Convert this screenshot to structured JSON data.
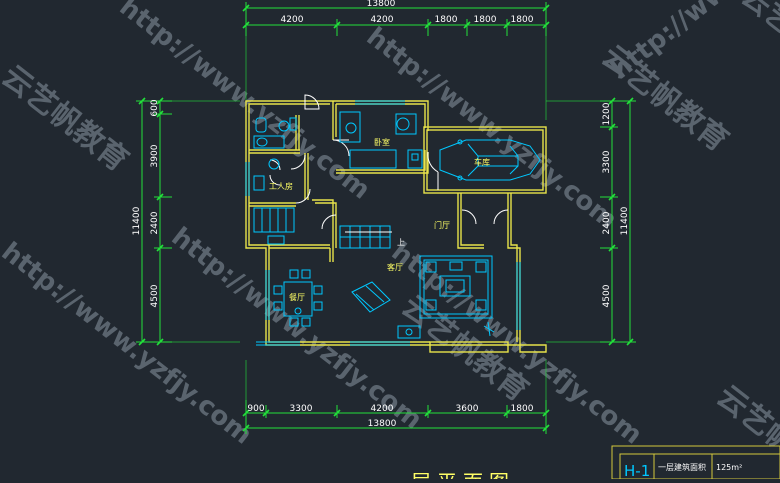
{
  "colors": {
    "background": "#212830",
    "dimension": "#22e03a",
    "dimension_text": "#ffffff",
    "wall": "#e8e34a",
    "furniture": "#00c8ff",
    "room_label": "#ffff66",
    "watermark": "#8a96a2",
    "title_box": "#d4c83c"
  },
  "dimensions": {
    "top_total": "13800",
    "top_segments": [
      "4200",
      "4200",
      "1800",
      "1800",
      "1800"
    ],
    "bottom_total": "13800",
    "bottom_segments": [
      "900",
      "3300",
      "4200",
      "3600",
      "1800"
    ],
    "left_total": "11400",
    "left_segments": [
      "600",
      "3900",
      "2400",
      "4500"
    ],
    "right_total": "11400",
    "right_segments": [
      "1200",
      "3300",
      "2400",
      "4500"
    ]
  },
  "rooms": {
    "bedroom": "卧室",
    "garage": "车库",
    "maid_room": "工人房",
    "foyer": "门厅",
    "stair_up": "上",
    "living_room": "客厅",
    "dining_room": "餐厅"
  },
  "title_block": {
    "drawing_code": "H-1",
    "area_label": "一层建筑面积",
    "area_value": "125m²"
  },
  "plan_title": "一层平面图",
  "watermarks": [
    "http://www.yzfjy.com",
    "云艺帆教育"
  ]
}
